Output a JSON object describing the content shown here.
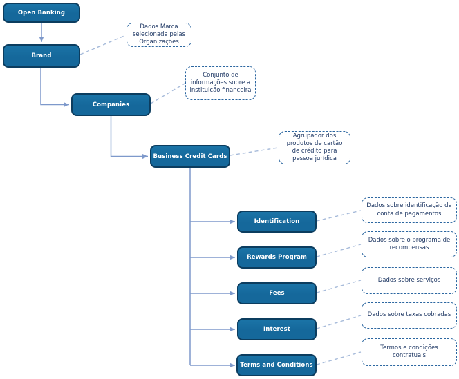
{
  "diagram": {
    "type": "hierarchy-tree",
    "topic": "Open Banking",
    "nodes": [
      {
        "id": "open-banking",
        "label": "Open Banking",
        "note": null
      },
      {
        "id": "brand",
        "label": "Brand",
        "note": "Dados Marca selecionada pelas Organizações"
      },
      {
        "id": "companies",
        "label": "Companies",
        "note": "Conjunto de informações sobre a instituição financeira"
      },
      {
        "id": "business-credit-cards",
        "label": "Business Credit Cards",
        "note": "Agrupador dos produtos de cartão de crédito para pessoa jurídica"
      },
      {
        "id": "identification",
        "label": "Identification",
        "note": "Dados sobre identificação da conta de pagamentos"
      },
      {
        "id": "rewards-program",
        "label": "Rewards Program",
        "note": "Dados sobre o programa de recompensas"
      },
      {
        "id": "fees",
        "label": "Fees",
        "note": "Dados sobre serviços"
      },
      {
        "id": "interest",
        "label": "Interest",
        "note": "Dados sobre taxas cobradas"
      },
      {
        "id": "terms-and-conditions",
        "label": "Terms and Conditions",
        "note": "Termos e condições contratuais"
      }
    ],
    "edges": [
      {
        "from": "open-banking",
        "to": "brand"
      },
      {
        "from": "brand",
        "to": "companies"
      },
      {
        "from": "companies",
        "to": "business-credit-cards"
      },
      {
        "from": "business-credit-cards",
        "to": "identification"
      },
      {
        "from": "business-credit-cards",
        "to": "rewards-program"
      },
      {
        "from": "business-credit-cards",
        "to": "fees"
      },
      {
        "from": "business-credit-cards",
        "to": "interest"
      },
      {
        "from": "business-credit-cards",
        "to": "terms-and-conditions"
      }
    ]
  },
  "colors": {
    "node-fill": "#15689B",
    "node-fill-top": "#1B74A7",
    "node-border": "#0C3D5F",
    "node-text": "#FFFFFF",
    "connector": "#7E99CB",
    "leader": "#A7BBDA",
    "note-border": "#2B66A0",
    "note-text": "#1F3864",
    "note-fill": "#FFFFFF",
    "background": "#FFFFFF"
  }
}
